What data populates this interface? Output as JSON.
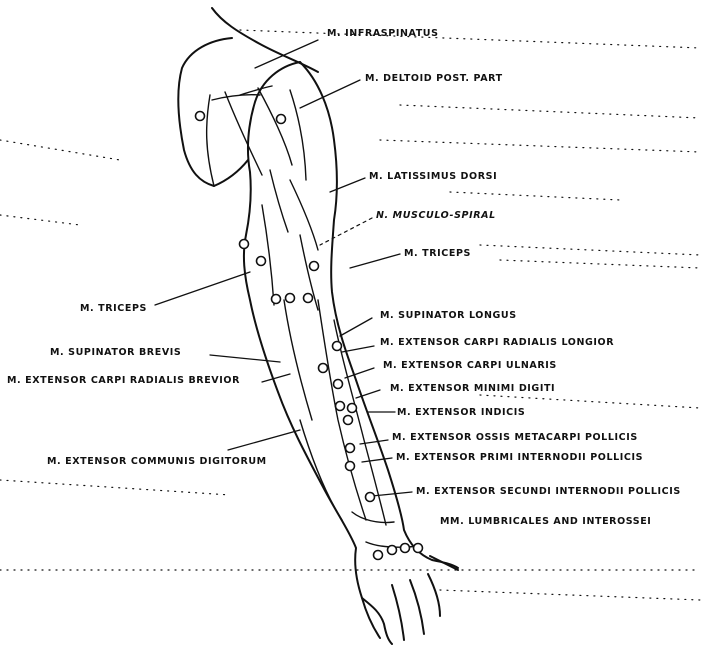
{
  "diagram": {
    "labels": {
      "infraspinatus": "M. INFRASPINATUS",
      "deltoid": "M. DELTOID POST. PART",
      "latissimus": "M. LATISSIMUS DORSI",
      "musculo_spiral": "N. MUSCULO-SPIRAL",
      "triceps_right": "M. TRICEPS",
      "triceps_left": "M. TRICEPS",
      "supinator_longus": "M. SUPINATOR LONGUS",
      "ext_carpi_rad_longior": "M. EXTENSOR CARPI RADIALIS LONGIOR",
      "supinator_brevis": "M. SUPINATOR BREVIS",
      "ext_carpi_ulnaris": "M. EXTENSOR CARPI ULNARIS",
      "ext_carpi_rad_brevior": "M. EXTENSOR CARPI RADIALIS BREVIOR",
      "ext_minimi_digiti": "M. EXTENSOR MINIMI DIGITI",
      "ext_indicis": "M. EXTENSOR INDICIS",
      "ext_ossis_metacarpi": "M. EXTENSOR OSSIS METACARPI POLLICIS",
      "ext_communis": "M. EXTENSOR COMMUNIS DIGITORUM",
      "ext_primi_internodii": "M. EXTENSOR PRIMI INTERNODII POLLICIS",
      "ext_secundi_internodii": "M. EXTENSOR SECUNDI INTERNODII POLLICIS",
      "lumbricales": "MM. LUMBRICALES AND INTEROSSEI"
    }
  }
}
